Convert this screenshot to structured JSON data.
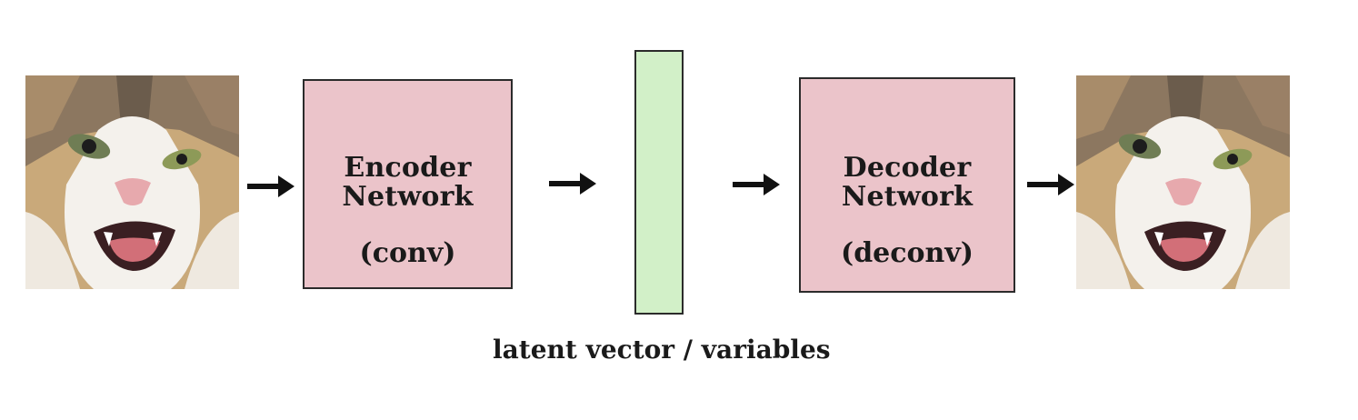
{
  "encoder": {
    "line1": "Encoder",
    "line2": "Network",
    "sub": "(conv)"
  },
  "decoder": {
    "line1": "Decoder",
    "line2": "Network",
    "sub": "(deconv)"
  },
  "latent": {
    "label": "latent vector / variables"
  },
  "colors": {
    "block_fill": "#ebc4ca",
    "latent_fill": "#d2f0c8",
    "stroke": "#2b2b2b"
  },
  "icons": {
    "input": "cat-photo-icon",
    "output": "cat-photo-icon",
    "flow": "arrow-right-icon"
  }
}
